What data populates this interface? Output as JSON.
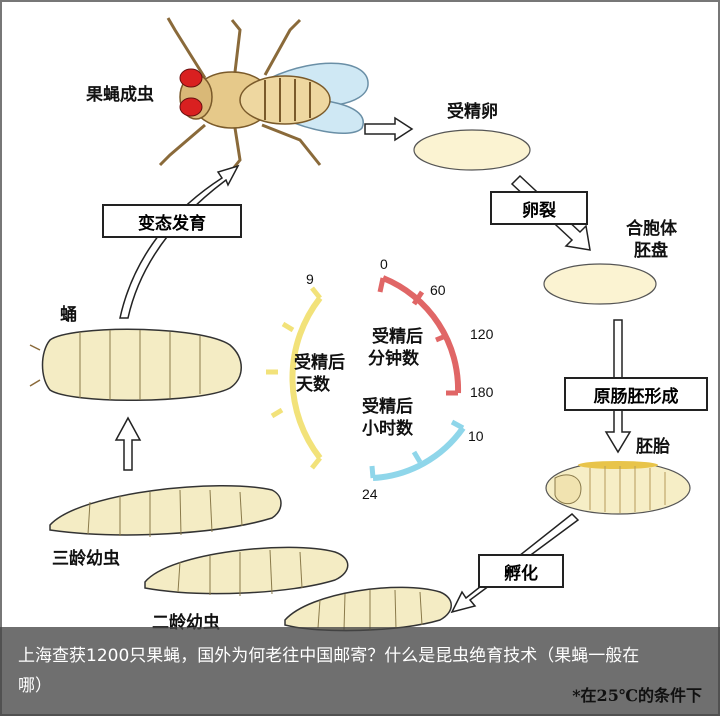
{
  "diagram": {
    "labels": {
      "adult": "果蝇成虫",
      "fertilized_egg": "受精卵",
      "syncytium_line1": "合胞体",
      "syncytium_line2": "胚盘",
      "pupa": "蛹",
      "embryo": "胚胎",
      "third_instar": "三龄幼虫",
      "second_instar": "二龄幼虫"
    },
    "stages": {
      "metamorphosis": "变态发育",
      "cleavage": "卵裂",
      "gastrulation": "原肠胚形成",
      "hatching": "孵化"
    },
    "dials": {
      "days": {
        "line1": "受精后",
        "line2": "天数",
        "tick": "9",
        "color": "#f2e27a"
      },
      "minutes": {
        "line1": "受精后",
        "line2": "分钟数",
        "ticks": [
          "0",
          "60",
          "120",
          "180"
        ],
        "color": "#e06666"
      },
      "hours": {
        "line1": "受精后",
        "line2": "小时数",
        "ticks": [
          "10",
          "24"
        ],
        "color": "#8fd6ea"
      }
    },
    "note": "*在25℃的条件下"
  },
  "caption": {
    "text": "上海查获1200只果蝇，国外为何老往中国邮寄？什么是昆虫绝育技术（果蝇一般在哪）"
  },
  "colors": {
    "larva_fill": "#f4ecc4",
    "egg_fill": "#fbf3d2",
    "outline": "#333333"
  }
}
